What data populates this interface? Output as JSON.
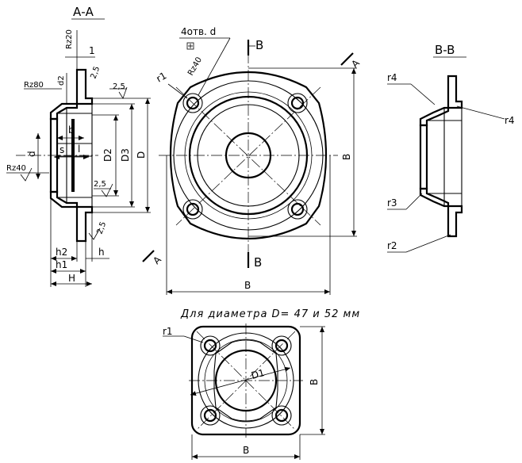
{
  "sections": {
    "aa_title": "А-А",
    "bb_title": "B-B"
  },
  "section_aa": {
    "rz20": "Rz20",
    "one": "1",
    "v25_top": "2,5",
    "rz80": "Rz80",
    "d2": "d2",
    "v25_face": "2,5",
    "b": "b",
    "s": "s",
    "l": "l",
    "d": "d",
    "D2": "D2",
    "D3": "D3",
    "D": "D",
    "rz40": "Rz40",
    "v25_bore": "2,5",
    "v25_bottom": "2,5",
    "h2": "h2",
    "h": "h",
    "h1": "h1",
    "H": "H"
  },
  "main_view": {
    "holes_label": "4отв. d",
    "rz40": "Rz40",
    "r1": "r1",
    "cut_b_top": "B",
    "cut_b_bottom": "B",
    "cut_a_top": "А",
    "cut_a_bottom": "А",
    "dim_height": "B",
    "dim_width": "B"
  },
  "section_bb": {
    "r4_top": "r4",
    "r4_right": "r4",
    "r3": "r3",
    "r2": "r2"
  },
  "small_view": {
    "caption": "Для диаметра D= 47 и 52 мм",
    "r1": "r1",
    "d1": "D1",
    "dim_height": "B",
    "dim_width": "B"
  }
}
